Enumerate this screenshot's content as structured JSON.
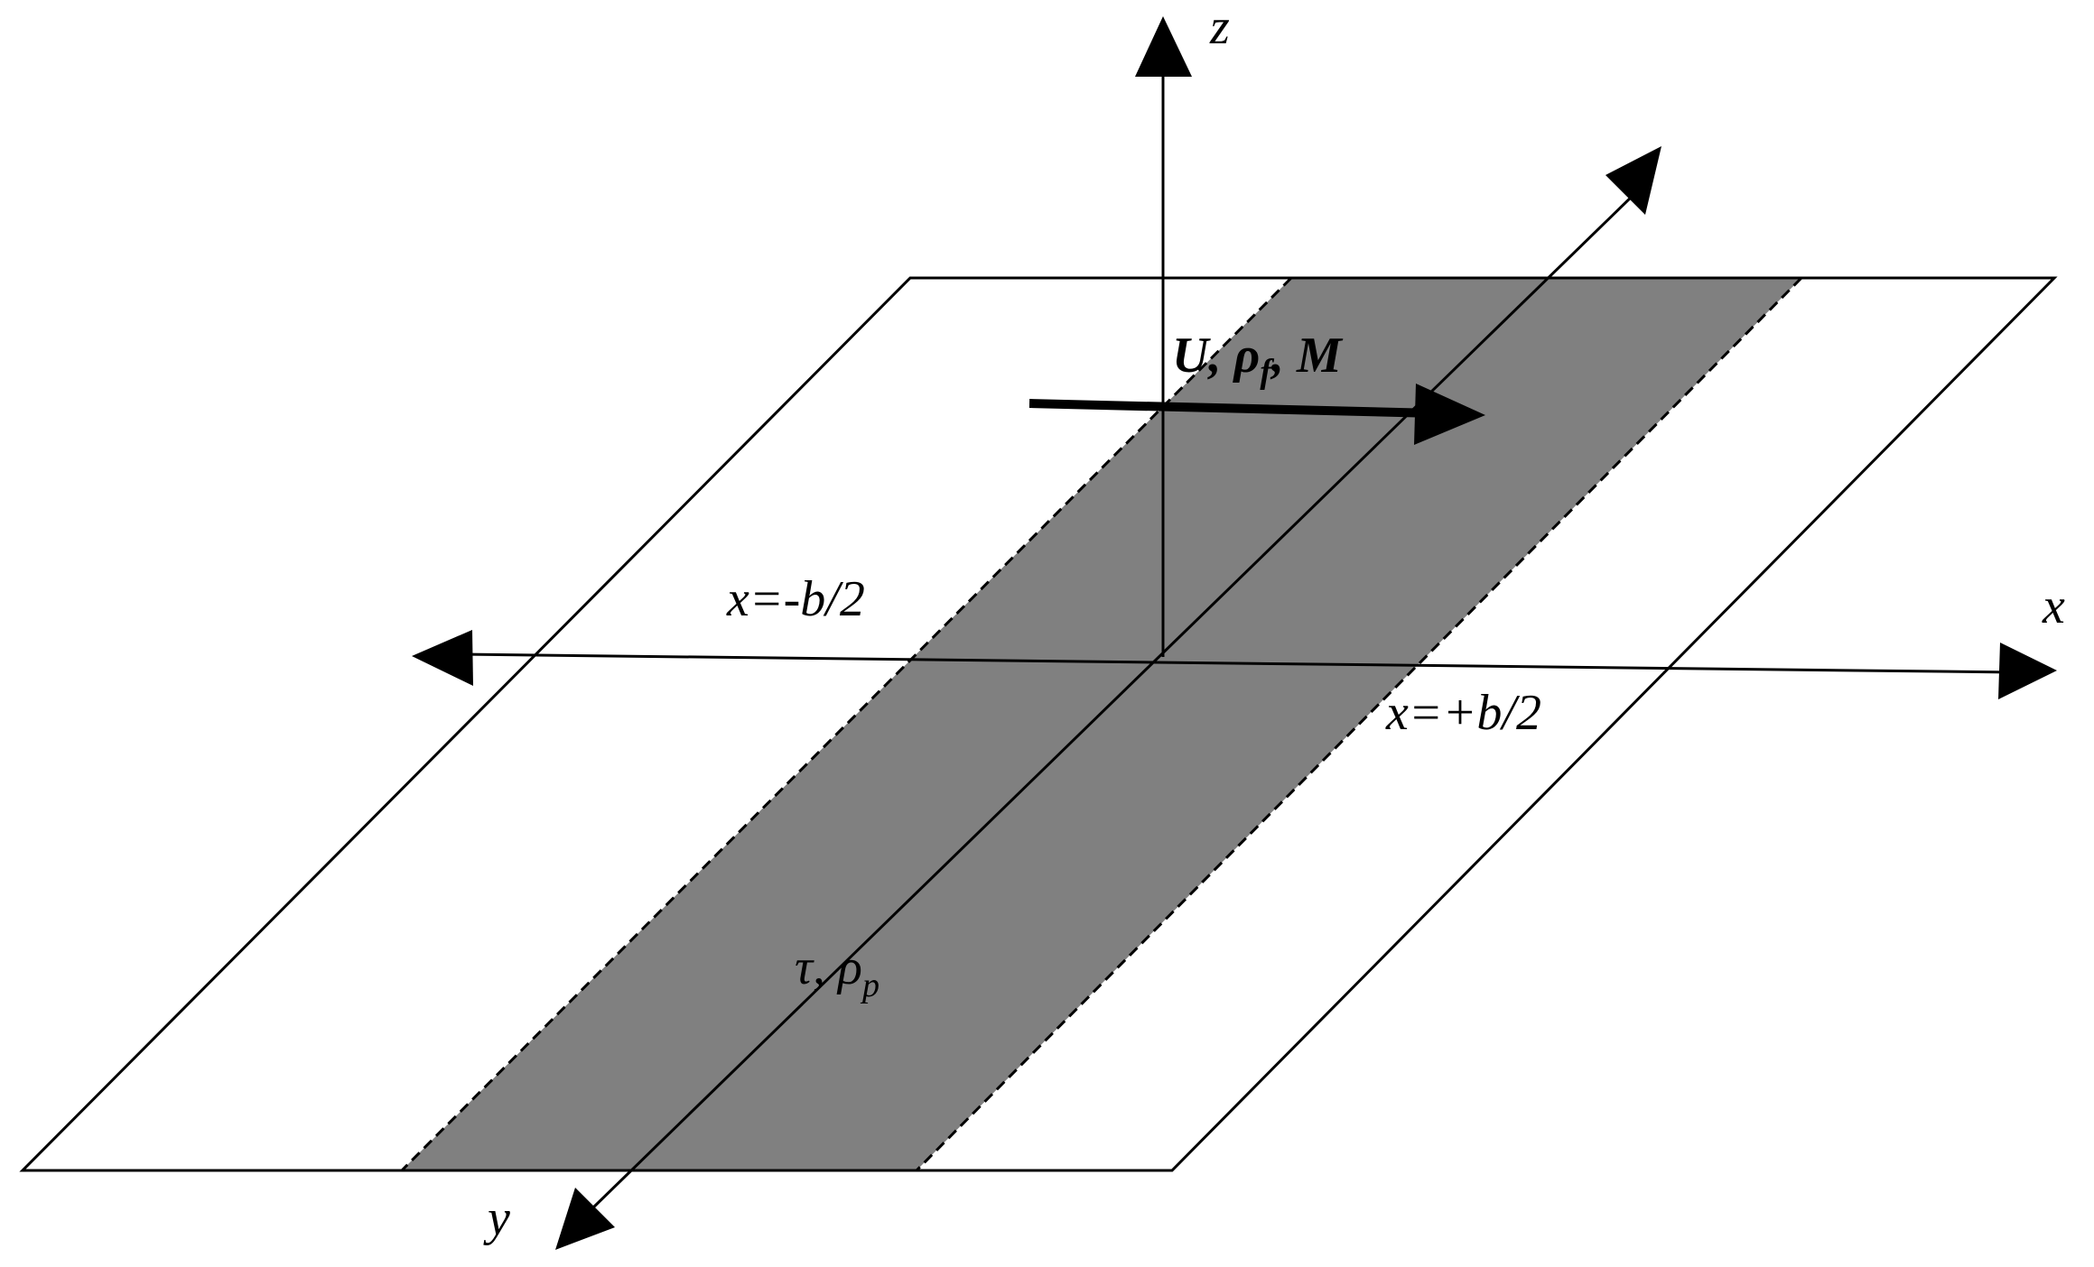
{
  "colors": {
    "plate_fill": "#ffffff",
    "panel_fill": "#808080",
    "stroke": "#000000"
  },
  "labels": {
    "z_axis": "z",
    "x_axis": "x",
    "y_axis": "y",
    "left_edge": "x=-b/2",
    "right_edge": "x=+b/2",
    "flow_U": "U",
    "flow_sep1": ", ",
    "flow_rho": "ρ",
    "flow_rho_sub": "f",
    "flow_sep2": ", ",
    "flow_M": "M",
    "panel_tau": "τ, ",
    "panel_rho": "ρ",
    "panel_rho_sub": "p"
  }
}
